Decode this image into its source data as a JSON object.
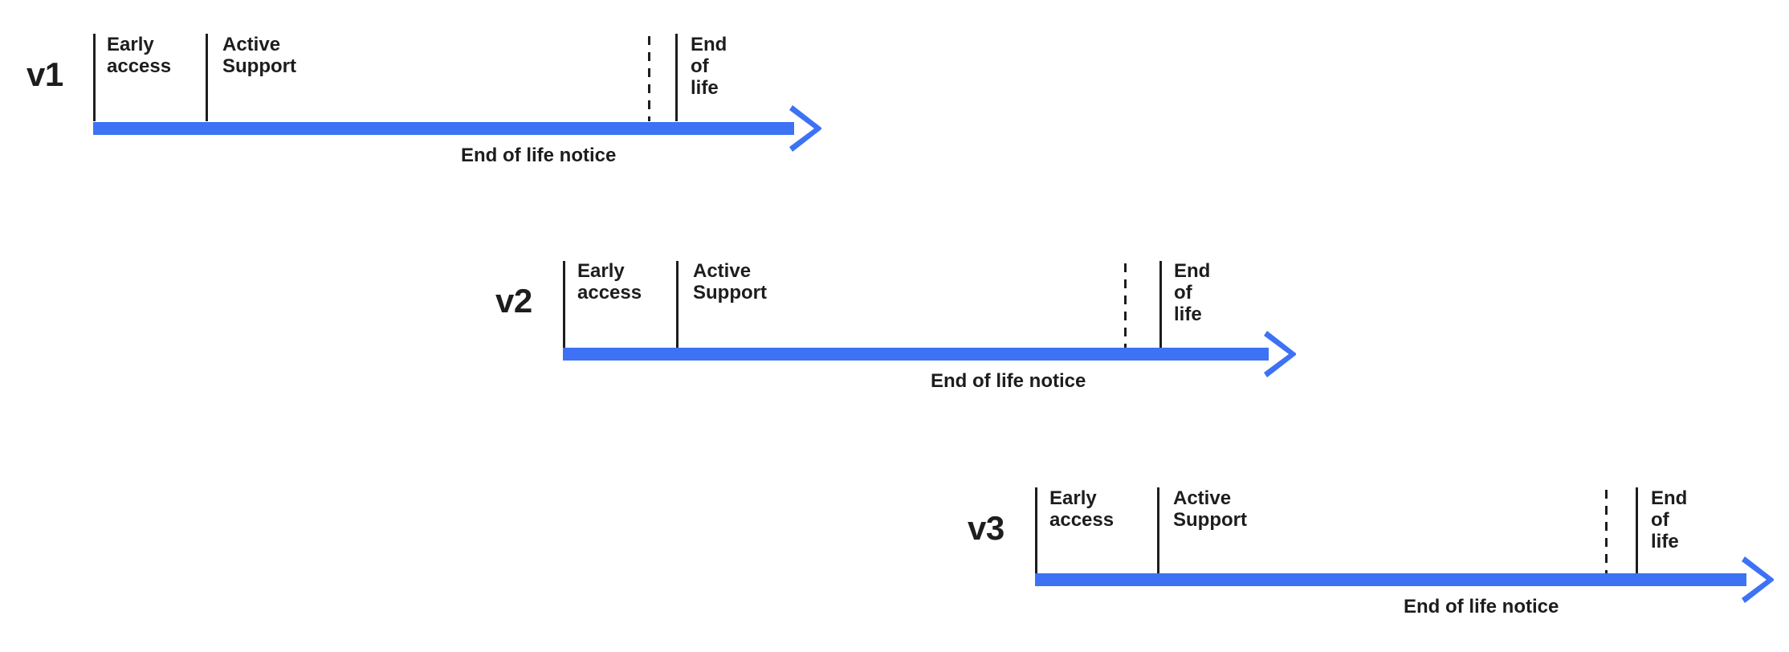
{
  "diagram": {
    "title_visible": false,
    "colors": {
      "track": "#3d72f5",
      "text": "#1d1d1f",
      "divider": "#1d1d1f",
      "background": "#ffffff"
    },
    "phase_names": {
      "early_access": "Early\naccess",
      "active_support": "Active Support",
      "end_of_life": "End of life",
      "end_of_life_notice": "End of life notice"
    },
    "rows": [
      {
        "version": "v1",
        "early_access": "Early\naccess",
        "active_support": "Active Support",
        "end_of_life": "End of life",
        "end_of_life_notice": "End of life notice"
      },
      {
        "version": "v2",
        "early_access": "Early\naccess",
        "active_support": "Active Support",
        "end_of_life": "End of life",
        "end_of_life_notice": "End of life notice"
      },
      {
        "version": "v3",
        "early_access": "Early\naccess",
        "active_support": "Active Support",
        "end_of_life": "End of life",
        "end_of_life_notice": "End of life notice"
      }
    ]
  }
}
